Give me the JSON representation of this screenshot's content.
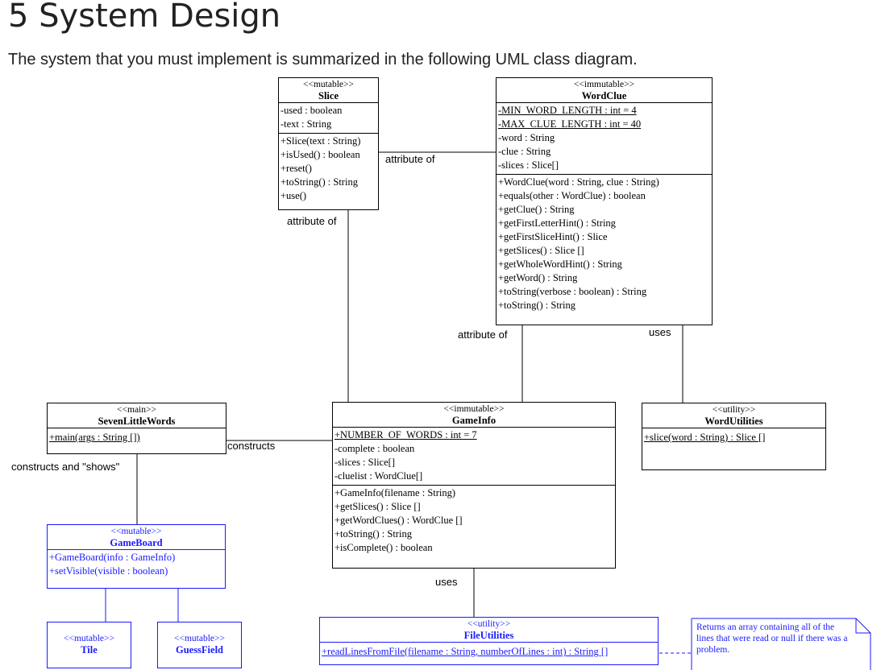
{
  "heading": "5 System Design",
  "intro": "The system that you must implement is summarized in the following UML class diagram.",
  "classes": {
    "slice": {
      "stereotype": "<<mutable>>",
      "name": "Slice",
      "attributes": [
        "-used : boolean",
        "-text : String"
      ],
      "methods": [
        "+Slice(text : String)",
        "+isUsed() : boolean",
        "+reset()",
        "+toString() : String",
        "+use()"
      ]
    },
    "wordclue": {
      "stereotype": "<<immutable>>",
      "name": "WordClue",
      "attributes": [
        "-MIN_WORD_LENGTH : int = 4",
        "-MAX_CLUE_LENGTH : int = 40",
        "-word : String",
        "-clue : String",
        "-slices : Slice[]"
      ],
      "methods": [
        "+WordClue(word : String, clue : String)",
        "+equals(other : WordClue) : boolean",
        "+getClue() : String",
        "+getFirstLetterHint() : String",
        "+getFirstSliceHint() : Slice",
        "+getSlices() : Slice []",
        "+getWholeWordHint() : String",
        "+getWord() : String",
        "+toString(verbose : boolean) : String",
        "+toString() : String"
      ]
    },
    "sevenlittlewords": {
      "stereotype": "<<main>>",
      "name": "SevenLittleWords",
      "methods": [
        "+main(args : String [])"
      ]
    },
    "gameinfo": {
      "stereotype": "<<immutable>>",
      "name": "GameInfo",
      "attributes": [
        "+NUMBER_OF_WORDS : int = 7",
        "-complete : boolean",
        "-slices : Slice[]",
        "-cluelist : WordClue[]"
      ],
      "methods": [
        "+GameInfo(filename : String)",
        "+getSlices() : Slice []",
        "+getWordClues() : WordClue []",
        "+toString() : String",
        "+isComplete() : boolean"
      ]
    },
    "wordutilities": {
      "stereotype": "<<utility>>",
      "name": "WordUtilities",
      "methods": [
        "+slice(word : String) : Slice []"
      ]
    },
    "gameboard": {
      "stereotype": "<<mutable>>",
      "name": "GameBoard",
      "methods": [
        "+GameBoard(info : GameInfo)",
        "+setVisible(visible : boolean)"
      ]
    },
    "tile": {
      "stereotype": "<<mutable>>",
      "name": "Tile"
    },
    "guessfield": {
      "stereotype": "<<mutable>>",
      "name": "GuessField"
    },
    "fileutilities": {
      "stereotype": "<<utility>>",
      "name": "FileUtilities",
      "methods": [
        "+readLinesFromFile(filename : String, numberOfLines : int) : String []"
      ]
    }
  },
  "labels": {
    "slice_wordclue": "attribute of",
    "slice_gameinfo": "attribute of",
    "wordclue_gameinfo": "attribute of",
    "wordclue_uses": "uses",
    "constructs": "constructs",
    "constructs_shows": "constructs and \"shows\"",
    "gameinfo_uses": "uses"
  },
  "note": "Returns an array containing all of the lines that were read or null if there was a problem.",
  "colors": {
    "text": "#000000",
    "ui_class": "#1a1aff"
  }
}
